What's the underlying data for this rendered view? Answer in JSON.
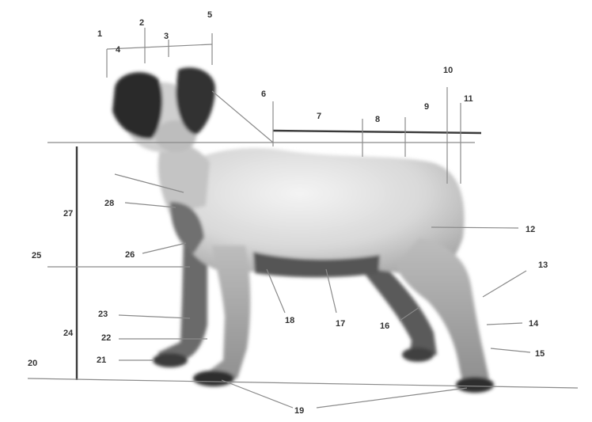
{
  "diagram": {
    "subject": "dog-body-silhouette",
    "labels": {
      "l1": "1",
      "l2": "2",
      "l3": "3",
      "l4": "4",
      "l5": "5",
      "l6": "6",
      "l7": "7",
      "l8": "8",
      "l9": "9",
      "l10": "10",
      "l11": "11",
      "l12": "12",
      "l13": "13",
      "l14": "14",
      "l15": "15",
      "l16": "16",
      "l17": "17",
      "l18": "18",
      "l19": "19",
      "l20": "20",
      "l21": "21",
      "l22": "22",
      "l23": "23",
      "l24": "24",
      "l25": "25",
      "l26": "26",
      "l27": "27",
      "l28": "28"
    },
    "colors": {
      "line": "#8a8a8a",
      "dark_line": "#3a3a3a",
      "body": "#d0d0d0",
      "ears": "#2a2a2a"
    }
  }
}
